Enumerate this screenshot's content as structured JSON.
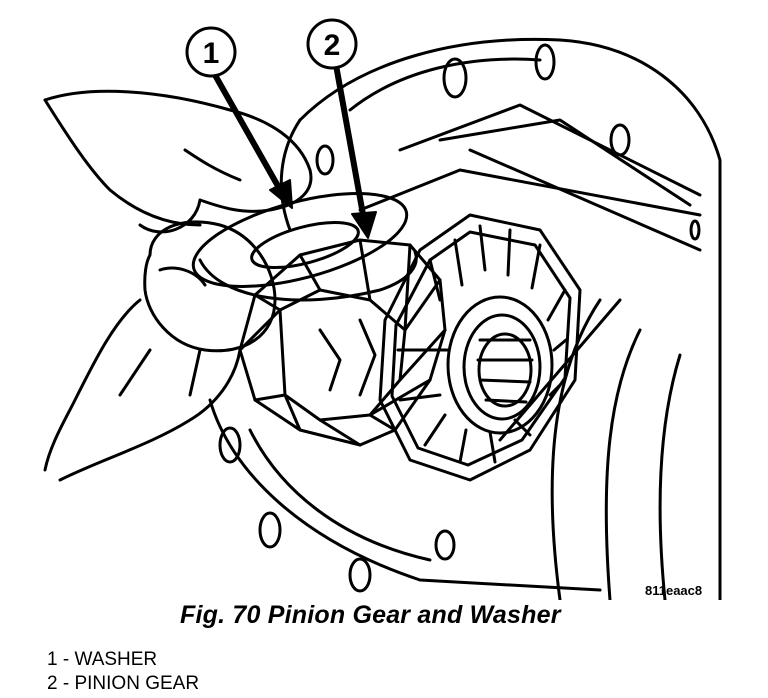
{
  "callouts": [
    {
      "number": "1",
      "label": "WASHER"
    },
    {
      "number": "2",
      "label": "PINION GEAR"
    }
  ],
  "image_code": "811eaac8",
  "caption": "Fig. 70 Pinion Gear and Washer",
  "legend": [
    {
      "number": "1",
      "separator": " - ",
      "label": "WASHER"
    },
    {
      "number": "2",
      "separator": " - ",
      "label": "PINION GEAR"
    }
  ]
}
